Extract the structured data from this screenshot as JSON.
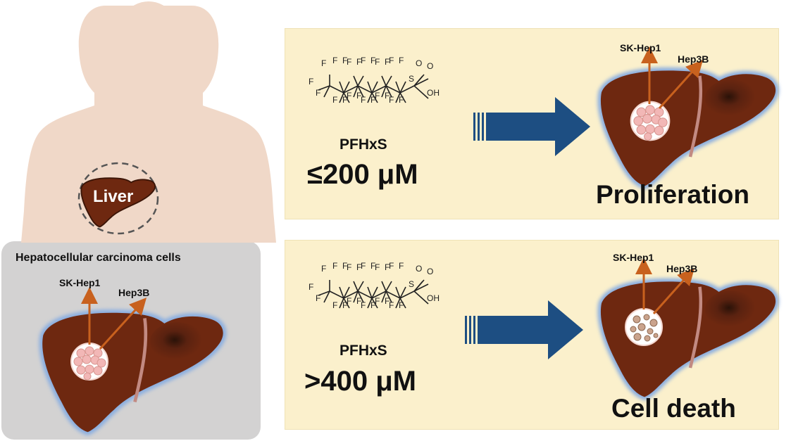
{
  "liver_label": "Liver",
  "hcc_panel": {
    "title": "Hepatocellular carcinoma cells",
    "cell_line_1": "SK-Hep1",
    "cell_line_2": "Hep3B"
  },
  "compound": {
    "fluorine": "F",
    "oxygen": "O",
    "hydroxyl": "OH",
    "sulfur": "S"
  },
  "rows": [
    {
      "compound_name": "PFHxS",
      "concentration": "≤200 μM",
      "outcome": "Proliferation",
      "cell_line_1": "SK-Hep1",
      "cell_line_2": "Hep3B"
    },
    {
      "compound_name": "PFHxS",
      "concentration": ">400 μM",
      "outcome": "Cell death",
      "cell_line_1": "SK-Hep1",
      "cell_line_2": "Hep3B"
    }
  ],
  "colors": {
    "panel_bg": "#fbf0cc",
    "body_silhouette": "#f0d8c8",
    "liver_fill": "#6e2810",
    "liver_outline": "#8aaee0",
    "arrow_blue": "#1d4e82",
    "pointer_orange": "#c8611e",
    "hcc_box_bg": "#d3d2d2"
  }
}
